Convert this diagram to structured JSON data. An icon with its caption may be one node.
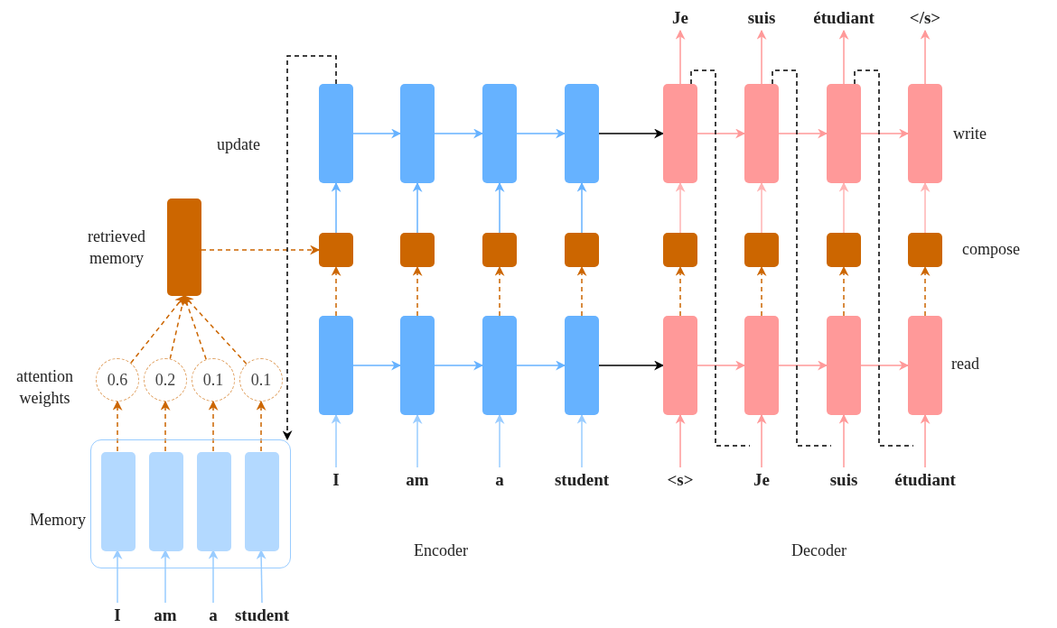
{
  "diagram": {
    "nodes": [
      {
        "text": [],
        "shape": "box"
      },
      {
        "text": [],
        "shape": "box"
      },
      {
        "text": [],
        "shape": "box"
      },
      {
        "text": [],
        "shape": "box"
      },
      {
        "text": [],
        "shape": "box"
      },
      {
        "text": [],
        "shape": "box"
      },
      {
        "text": [],
        "shape": "box"
      },
      {
        "text": [],
        "shape": "box"
      },
      {
        "text": [],
        "shape": "box"
      },
      {
        "text": [],
        "shape": "box"
      },
      {
        "text": [],
        "shape": "box"
      },
      {
        "text": [],
        "shape": "box"
      },
      {
        "text": [],
        "shape": "box"
      },
      {
        "text": [],
        "shape": "box"
      },
      {
        "text": [],
        "shape": "box"
      },
      {
        "text": [],
        "shape": "box"
      },
      {
        "text": [],
        "shape": "box"
      },
      {
        "text": [],
        "shape": "box"
      },
      {
        "text": [],
        "shape": "box"
      },
      {
        "text": [],
        "shape": "box"
      },
      {
        "text": [],
        "shape": "box"
      },
      {
        "text": [],
        "shape": "box"
      },
      {
        "text": [],
        "shape": "box"
      },
      {
        "text": [],
        "shape": "box"
      },
      {
        "text": [
          "Je"
        ]
      },
      {
        "text": [
          "suis"
        ]
      },
      {
        "text": [
          "étudiant"
        ]
      },
      {
        "text": [
          "</s>"
        ]
      },
      {
        "text": [
          "I"
        ]
      },
      {
        "text": [
          "am"
        ]
      },
      {
        "text": [
          "a"
        ]
      },
      {
        "text": [
          "student"
        ]
      },
      {
        "text": [
          "<s>"
        ]
      },
      {
        "text": [
          "Je"
        ]
      },
      {
        "text": [
          "suis"
        ]
      },
      {
        "text": [
          "étudiant"
        ]
      },
      {
        "text": [],
        "shape": "box",
        "beside": [
          "retrieved memory"
        ]
      },
      {
        "text": [
          "0.6"
        ]
      },
      {
        "text": [
          "0.2"
        ]
      },
      {
        "text": [
          "0.1"
        ]
      },
      {
        "text": [
          "0.1"
        ]
      },
      {
        "text": [
          "Memory"
        ]
      },
      {
        "text": [],
        "shape": "box",
        "in": 41
      },
      {
        "text": [],
        "shape": "box",
        "in": 41
      },
      {
        "text": [],
        "shape": "box",
        "in": 41
      },
      {
        "text": [],
        "shape": "box",
        "in": 41
      },
      {
        "text": [
          "I"
        ]
      },
      {
        "text": [
          "am"
        ]
      },
      {
        "text": [
          "a"
        ]
      },
      {
        "text": [
          "student"
        ]
      }
    ],
    "edges": [
      {
        "from": 0,
        "to": 1,
        "arrow": "to",
        "color": "#66b2ff"
      },
      {
        "from": 1,
        "to": 2,
        "arrow": "to",
        "color": "#66b2ff"
      },
      {
        "from": 2,
        "to": 3,
        "arrow": "to",
        "color": "#66b2ff"
      },
      {
        "from": 3,
        "to": 12,
        "arrow": "to",
        "color": "#000000"
      },
      {
        "from": 12,
        "to": 13,
        "arrow": "to",
        "color": "#ff9999"
      },
      {
        "from": 13,
        "to": 14,
        "arrow": "to",
        "color": "#ff9999"
      },
      {
        "from": 14,
        "to": 15,
        "arrow": "to",
        "color": "#ff9999"
      },
      {
        "from": 8,
        "to": 9,
        "arrow": "to",
        "color": "#66b2ff"
      },
      {
        "from": 9,
        "to": 10,
        "arrow": "to",
        "color": "#66b2ff"
      },
      {
        "from": 10,
        "to": 11,
        "arrow": "to",
        "color": "#66b2ff"
      },
      {
        "from": 11,
        "to": 20,
        "arrow": "to",
        "color": "#000000"
      },
      {
        "from": 20,
        "to": 21,
        "arrow": "to",
        "color": "#ff9999"
      },
      {
        "from": 21,
        "to": 22,
        "arrow": "to",
        "color": "#ff9999"
      },
      {
        "from": 22,
        "to": 23,
        "arrow": "to",
        "color": "#ff9999"
      },
      {
        "from": 4,
        "to": 0,
        "arrow": "to",
        "color": "#66b2ff"
      },
      {
        "from": 5,
        "to": 1,
        "arrow": "to",
        "color": "#66b2ff"
      },
      {
        "from": 6,
        "to": 2,
        "arrow": "to",
        "color": "#66b2ff"
      },
      {
        "from": 7,
        "to": 3,
        "arrow": "to",
        "color": "#66b2ff"
      },
      {
        "from": 8,
        "to": 4,
        "arrow": "to",
        "style": "dashed",
        "color": "#cc6600"
      },
      {
        "from": 9,
        "to": 5,
        "arrow": "to",
        "style": "dashed",
        "color": "#cc6600"
      },
      {
        "from": 10,
        "to": 6,
        "arrow": "to",
        "style": "dashed",
        "color": "#cc6600"
      },
      {
        "from": 11,
        "to": 7,
        "arrow": "to",
        "style": "dashed",
        "color": "#cc6600"
      },
      {
        "from": 16,
        "to": 12,
        "arrow": "to",
        "color": "#ffb3b3"
      },
      {
        "from": 17,
        "to": 13,
        "arrow": "to",
        "color": "#ffb3b3"
      },
      {
        "from": 18,
        "to": 14,
        "arrow": "to",
        "color": "#ffb3b3"
      },
      {
        "from": 19,
        "to": 15,
        "arrow": "to",
        "color": "#ffb3b3"
      },
      {
        "from": 20,
        "to": 16,
        "arrow": "to",
        "style": "dashed",
        "color": "#cc6600"
      },
      {
        "from": 21,
        "to": 17,
        "arrow": "to",
        "style": "dashed",
        "color": "#cc6600"
      },
      {
        "from": 22,
        "to": 18,
        "arrow": "to",
        "style": "dashed",
        "color": "#cc6600"
      },
      {
        "from": 23,
        "to": 19,
        "arrow": "to",
        "style": "dashed",
        "color": "#cc6600"
      },
      {
        "from": 28,
        "to": 8,
        "arrow": "to",
        "color": "#99ccff"
      },
      {
        "from": 29,
        "to": 9,
        "arrow": "to",
        "color": "#99ccff"
      },
      {
        "from": 30,
        "to": 10,
        "arrow": "to",
        "color": "#99ccff"
      },
      {
        "from": 31,
        "to": 11,
        "arrow": "to",
        "color": "#99ccff"
      },
      {
        "from": 32,
        "to": 20,
        "arrow": "to",
        "color": "#ff9999"
      },
      {
        "from": 33,
        "to": 21,
        "arrow": "to",
        "color": "#ff9999"
      },
      {
        "from": 34,
        "to": 22,
        "arrow": "to",
        "color": "#ff9999"
      },
      {
        "from": 35,
        "to": 23,
        "arrow": "to",
        "color": "#ff9999"
      },
      {
        "from": 12,
        "to": 24,
        "arrow": "to",
        "color": "#ff9999"
      },
      {
        "from": 13,
        "to": 25,
        "arrow": "to",
        "color": "#ff9999"
      },
      {
        "from": 14,
        "to": 26,
        "arrow": "to",
        "color": "#ff9999"
      },
      {
        "from": 15,
        "to": 27,
        "arrow": "to",
        "color": "#ff9999"
      },
      {
        "from": 36,
        "to": 4,
        "arrow": "to",
        "style": "dashed",
        "color": "#cc6600"
      },
      {
        "from": 37,
        "to": 36,
        "arrow": "to",
        "style": "dashed",
        "color": "#cc6600"
      },
      {
        "from": 38,
        "to": 36,
        "arrow": "to",
        "style": "dashed",
        "color": "#cc6600"
      },
      {
        "from": 39,
        "to": 36,
        "arrow": "to",
        "style": "dashed",
        "color": "#cc6600"
      },
      {
        "from": 40,
        "to": 36,
        "arrow": "to",
        "style": "dashed",
        "color": "#cc6600"
      },
      {
        "from": 42,
        "to": 37,
        "arrow": "to",
        "style": "dashed",
        "color": "#cc6600"
      },
      {
        "from": 43,
        "to": 38,
        "arrow": "to",
        "style": "dashed",
        "color": "#cc6600"
      },
      {
        "from": 44,
        "to": 39,
        "arrow": "to",
        "style": "dashed",
        "color": "#cc6600"
      },
      {
        "from": 45,
        "to": 40,
        "arrow": "to",
        "style": "dashed",
        "color": "#cc6600"
      },
      {
        "from": 46,
        "to": 42,
        "arrow": "to",
        "color": "#99ccff"
      },
      {
        "from": 47,
        "to": 43,
        "arrow": "to",
        "color": "#99ccff"
      },
      {
        "from": 48,
        "to": 44,
        "arrow": "to",
        "color": "#99ccff"
      },
      {
        "from": 49,
        "to": 45,
        "arrow": "to",
        "color": "#99ccff"
      },
      {
        "from": 0,
        "to": 41,
        "arrow": "to",
        "style": "dashed",
        "color": "#000000",
        "label": "update"
      },
      {
        "from": 12,
        "to": null,
        "arrow": "none",
        "style": "dashed",
        "color": "#000000"
      },
      {
        "from": 13,
        "to": null,
        "arrow": "none",
        "style": "dashed",
        "color": "#000000"
      },
      {
        "from": 14,
        "to": null,
        "arrow": "none",
        "style": "dashed",
        "color": "#000000"
      }
    ],
    "labels": [
      "attention weights",
      "write",
      "compose",
      "read",
      "Encoder",
      "Decoder"
    ]
  }
}
